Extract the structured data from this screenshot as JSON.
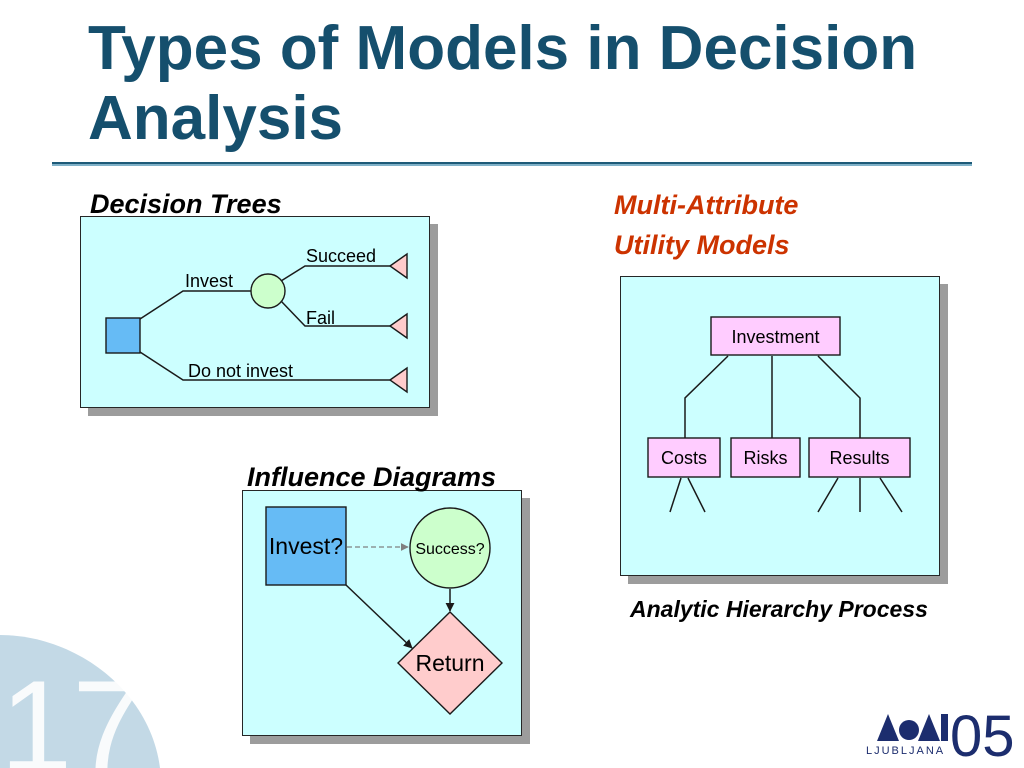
{
  "slide": {
    "title": "Types of Models in Decision Analysis",
    "slide_number": "17"
  },
  "decision_trees": {
    "heading": "Decision Trees",
    "invest": "Invest",
    "succeed": "Succeed",
    "fail": "Fail",
    "do_not_invest": "Do not invest"
  },
  "multi_attribute": {
    "heading": "Multi-Attribute Utility Models",
    "root": "Investment",
    "criteria": [
      "Costs",
      "Risks",
      "Results"
    ],
    "caption": "Analytic Hierarchy Process"
  },
  "influence_diagrams": {
    "heading": "Influence Diagrams",
    "decision": "Invest?",
    "chance": "Success?",
    "value": "Return"
  },
  "logo": {
    "number": "05",
    "city": "LJUBLJANA"
  },
  "colors": {
    "title": "#154f6d",
    "accent": "#cc3300",
    "panel": "#ccffff",
    "decision": "#66bbf5",
    "chance": "#ccffcc",
    "terminal": "#ffcccc",
    "attribute": "#ffccff",
    "logo": "#1c2d6e",
    "decoration": "#c3d9e6"
  }
}
